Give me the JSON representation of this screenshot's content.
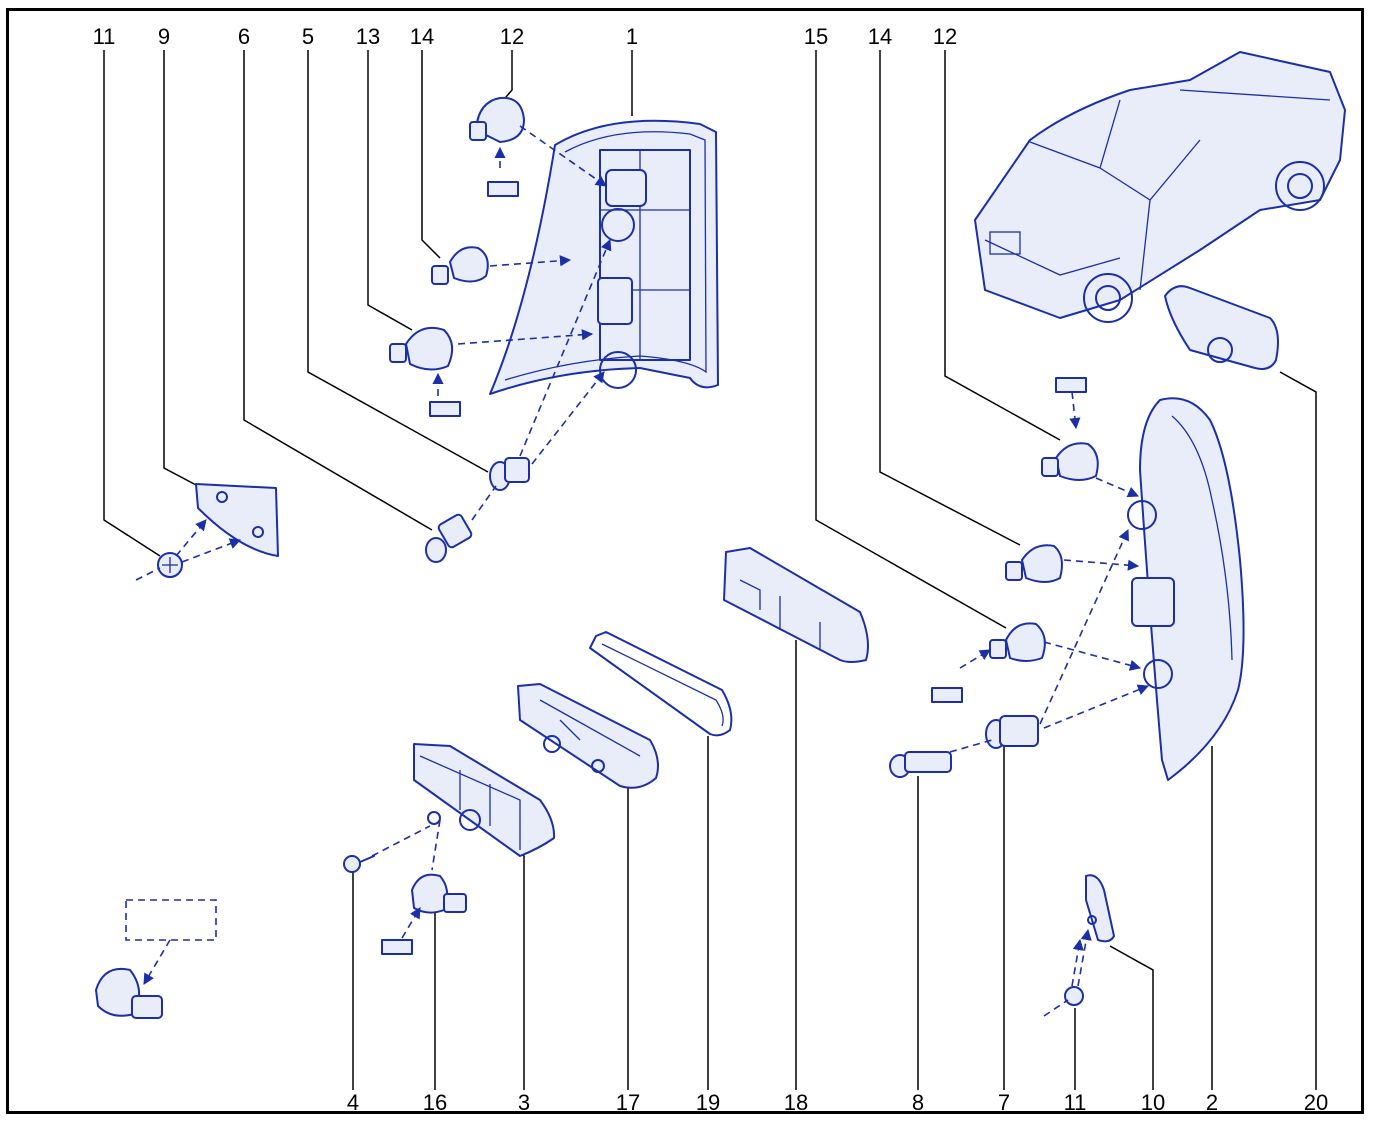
{
  "diagram": {
    "callouts_top": [
      "11",
      "9",
      "6",
      "5",
      "13",
      "14",
      "12",
      "1",
      "15",
      "14",
      "12"
    ],
    "callouts_bottom": [
      "4",
      "16",
      "3",
      "17",
      "19",
      "18",
      "8",
      "7",
      "11",
      "10",
      "2",
      "20"
    ]
  },
  "colors": {
    "line": "#1a2fa8",
    "frame": "#000000",
    "fill": "#e9edf9"
  }
}
